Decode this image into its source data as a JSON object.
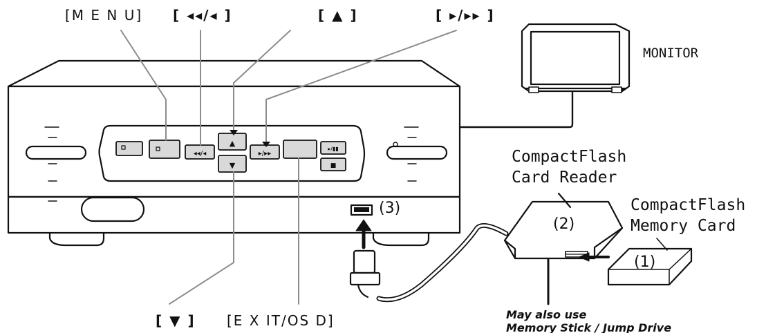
{
  "labels": {
    "menu": "[M E N U]",
    "rewind": "[ ◂◂/◂ ]",
    "up": "[ ▲ ]",
    "forward": "[ ▸/▸▸ ]",
    "down": "[ ▼ ]",
    "exit_osd": "[E X IT/OS D]",
    "monitor": "MONITOR",
    "reader": [
      "CompactFlash",
      "Card Reader"
    ],
    "card": [
      "CompactFlash",
      "Memory Card"
    ],
    "marker_1": "(1)",
    "marker_2": "(2)",
    "marker_3": "(3)",
    "note": [
      "May also use",
      "Memory Stick / Jump Drive"
    ]
  },
  "panel_buttons": {
    "rewind_glyph": "◂◂/◂",
    "up_glyph": "▲",
    "down_glyph": "▼",
    "forward_glyph": "▸/▸▸",
    "play_glyph": "▸/▮▮",
    "stop_glyph": "■"
  },
  "colors": {
    "line": "#111111",
    "device_fill": "#ffffff",
    "button_fill": "#d9d9d9",
    "callout_line": "#8c8c8c"
  }
}
